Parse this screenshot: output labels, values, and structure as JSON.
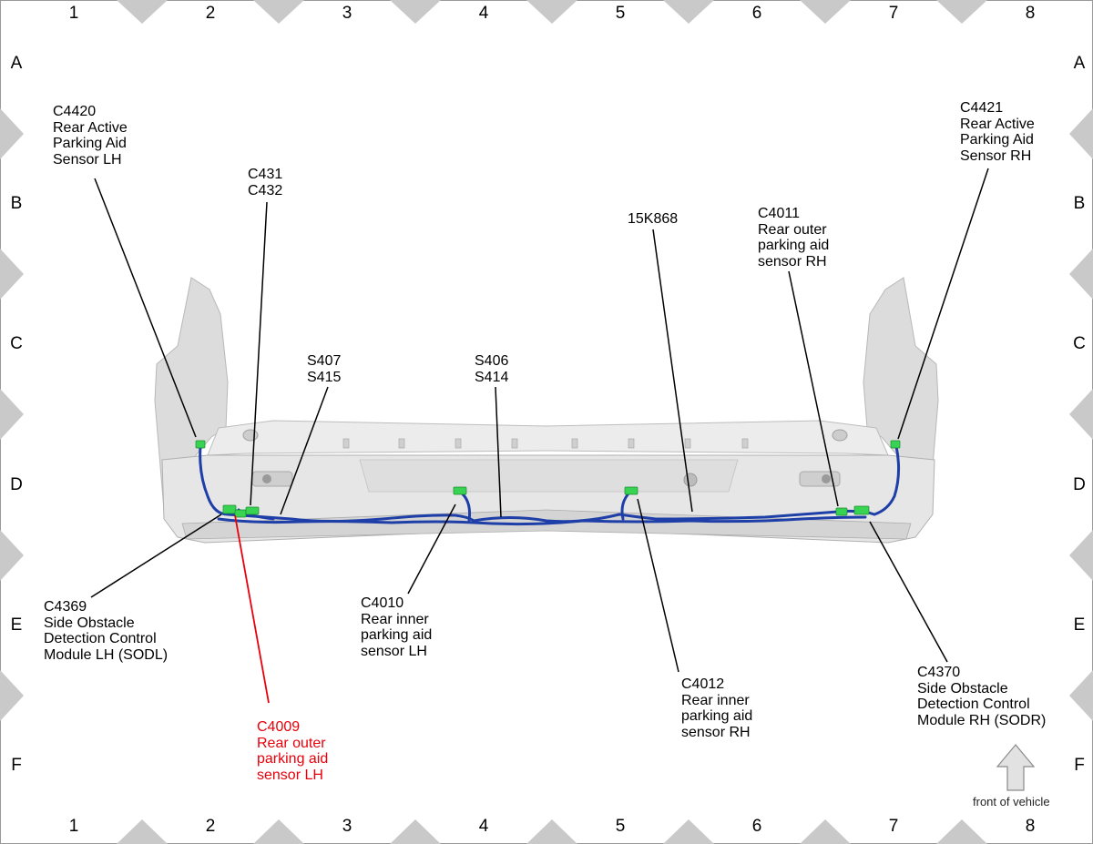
{
  "grid": {
    "columns": [
      "1",
      "2",
      "3",
      "4",
      "5",
      "6",
      "7",
      "8"
    ],
    "rows": [
      "A",
      "B",
      "C",
      "D",
      "E",
      "F"
    ]
  },
  "colors": {
    "harness": "#1f3fa8",
    "connector": "#39d353",
    "highlight": "#e8000b",
    "bumper": "#e4e4e4"
  },
  "callouts": {
    "c4420": {
      "id": "C4420",
      "desc": "Rear Active\nParking Aid\nSensor LH"
    },
    "c431": {
      "id": "C431",
      "desc": "C432"
    },
    "s407": {
      "id": "S407",
      "desc": "S415"
    },
    "s406": {
      "id": "S406",
      "desc": "S414"
    },
    "k868": {
      "id": "15K868",
      "desc": ""
    },
    "c4011": {
      "id": "C4011",
      "desc": "Rear outer\nparking aid\nsensor RH"
    },
    "c4421": {
      "id": "C4421",
      "desc": "Rear Active\nParking Aid\nSensor RH"
    },
    "c4369": {
      "id": "C4369",
      "desc": "Side Obstacle\nDetection Control\nModule LH (SODL)"
    },
    "c4010": {
      "id": "C4010",
      "desc": "Rear inner\nparking aid\nsensor LH"
    },
    "c4012": {
      "id": "C4012",
      "desc": "Rear inner\nparking aid\nsensor RH"
    },
    "c4370": {
      "id": "C4370",
      "desc": "Side Obstacle\nDetection Control\nModule RH (SODR)"
    },
    "c4009": {
      "id": "C4009",
      "desc": "Rear outer\nparking aid\nsensor LH"
    }
  },
  "front_of_vehicle": "front of vehicle",
  "icons": {
    "arrow": "front-arrow-icon"
  }
}
